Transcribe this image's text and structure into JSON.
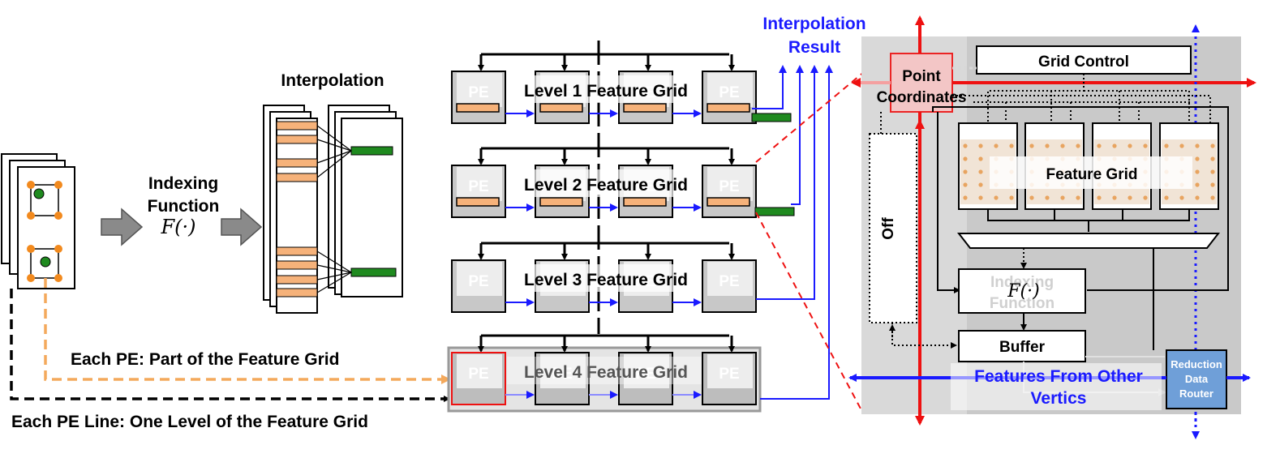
{
  "left": {
    "interpolation_title": "Interpolation",
    "indexing_line1": "Indexing",
    "indexing_line2": "Function",
    "function_symbol": "F(·)",
    "each_pe_label": "Each PE: Part of the Feature Grid",
    "each_pe_line_label": "Each PE Line: One Level of the Feature Grid"
  },
  "middle": {
    "levels": [
      {
        "label": "Level 1 Feature Grid"
      },
      {
        "label": "Level 2 Feature Grid"
      },
      {
        "label": "Level 3 Feature Grid"
      },
      {
        "label": "Level 4 Feature Grid"
      }
    ],
    "pe_label": "PE",
    "result_line1": "Interpolation",
    "result_line2": "Result"
  },
  "detail": {
    "point_line1": "Point",
    "point_line2": "Coordinates",
    "grid_control": "Grid Control",
    "feature_grid": "Feature Grid",
    "off": "Off",
    "indexing_line1": "Indexing",
    "indexing_line2": "Function",
    "function_symbol": "F(·)",
    "buffer": "Buffer",
    "router_line1": "Reduction",
    "router_line2": "Data",
    "router_line3": "Router",
    "features_line1": "Features From Other",
    "features_line2": "Vertics"
  },
  "colors": {
    "pe_fill": "#c8c8c8",
    "pe_inner": "#ededed",
    "orange": "#f6b27a",
    "green": "#1f8a1f",
    "blue": "#1a1aff",
    "red": "#ee1111",
    "panel": "#c9c9c9",
    "router": "#6f9fd8",
    "arrow_gray": "#8a8a8a"
  }
}
